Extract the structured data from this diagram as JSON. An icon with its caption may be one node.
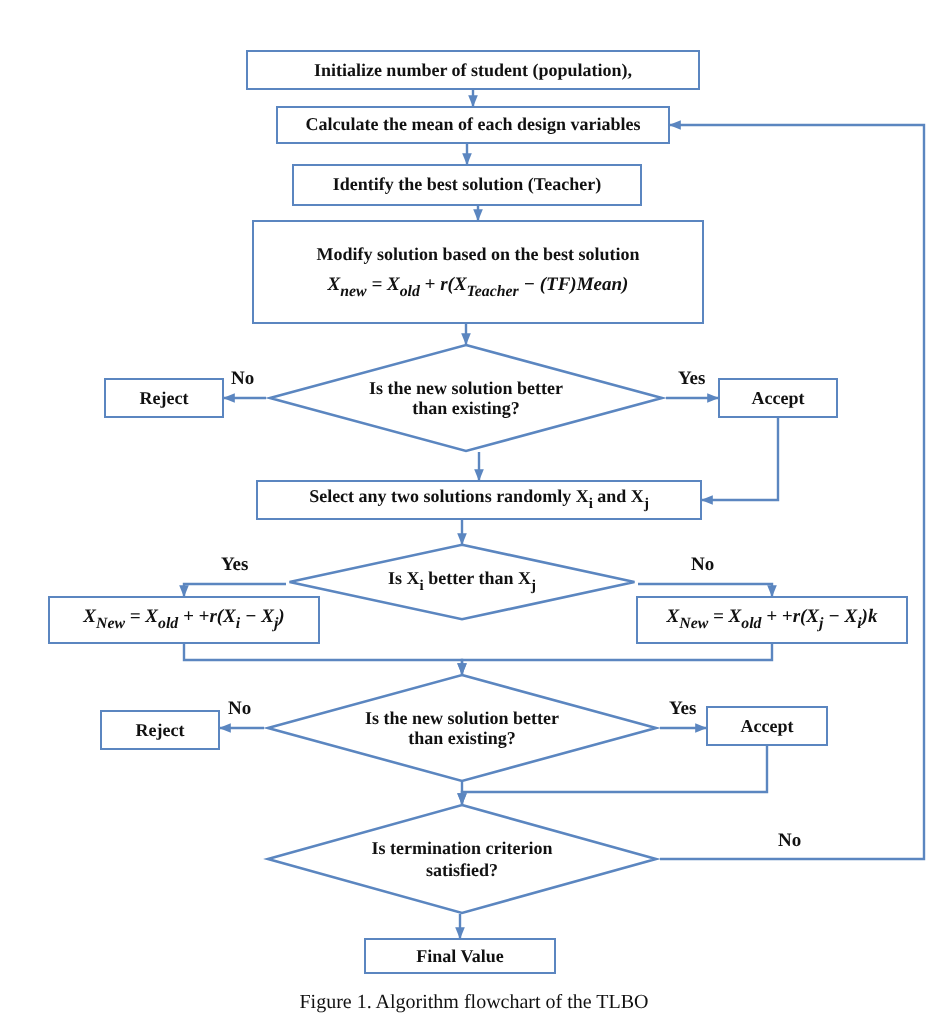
{
  "diagram": {
    "caption": "Figure 1. Algorithm flowchart of the TLBO",
    "nodes": [
      {
        "text": [
          "Initialize number of student (population),"
        ]
      },
      {
        "text": [
          "Calculate the mean of each design variables"
        ]
      },
      {
        "text": [
          "Identify the best solution (Teacher)"
        ]
      },
      {
        "text": [
          "Modify solution based on the best solution",
          "X$_{new}$ = X$_{old}$ + r(X$_{Teacher}$ − (TF)Mean)"
        ]
      },
      {
        "text": [
          "Is the new solution better than existing?"
        ]
      },
      {
        "text": [
          "Reject"
        ]
      },
      {
        "text": [
          "Accept"
        ]
      },
      {
        "text": [
          "Select any two solutions randomly X$_{i}$ and X$_{j}$"
        ]
      },
      {
        "text": [
          "Is X$_{i}$ better than X$_{j}$"
        ]
      },
      {
        "text": [
          "X$_{New}$ = X$_{old}$ + +r(X$_{i}$ − X$_{j}$)"
        ]
      },
      {
        "text": [
          "X$_{New}$ = X$_{old}$ + +r(X$_{j}$ − X$_{i}$)k"
        ]
      },
      {
        "text": [
          "Is the new solution better than existing?"
        ]
      },
      {
        "text": [
          "Reject"
        ]
      },
      {
        "text": [
          "Accept"
        ]
      },
      {
        "text": [
          "Is termination criterion satisfied?"
        ]
      },
      {
        "text": [
          "Final Value"
        ]
      }
    ],
    "edges": [
      {
        "from": 0,
        "to": 1,
        "arrow": "to"
      },
      {
        "from": 1,
        "to": 2,
        "arrow": "to"
      },
      {
        "from": 2,
        "to": 3,
        "arrow": "to"
      },
      {
        "from": 3,
        "to": 4,
        "arrow": "to"
      },
      {
        "from": 4,
        "to": 5,
        "arrow": "to",
        "label": "No"
      },
      {
        "from": 4,
        "to": 6,
        "arrow": "to",
        "label": "Yes"
      },
      {
        "from": 4,
        "to": 7,
        "arrow": "to"
      },
      {
        "from": 6,
        "to": 7,
        "arrow": "to"
      },
      {
        "from": 7,
        "to": 8,
        "arrow": "to"
      },
      {
        "from": 8,
        "to": 9,
        "arrow": "to",
        "label": "Yes"
      },
      {
        "from": 8,
        "to": 10,
        "arrow": "to",
        "label": "No"
      },
      {
        "from": 9,
        "to": 11,
        "arrow": "to"
      },
      {
        "from": 10,
        "to": 11,
        "arrow": "to"
      },
      {
        "from": 11,
        "to": 12,
        "arrow": "to",
        "label": "No"
      },
      {
        "from": 11,
        "to": 13,
        "arrow": "to",
        "label": "Yes"
      },
      {
        "from": 11,
        "to": 14,
        "arrow": "to"
      },
      {
        "from": 13,
        "to": 14,
        "arrow": "to"
      },
      {
        "from": 14,
        "to": 1,
        "arrow": "to",
        "label": "No"
      },
      {
        "from": 14,
        "to": 15,
        "arrow": "to"
      }
    ]
  }
}
